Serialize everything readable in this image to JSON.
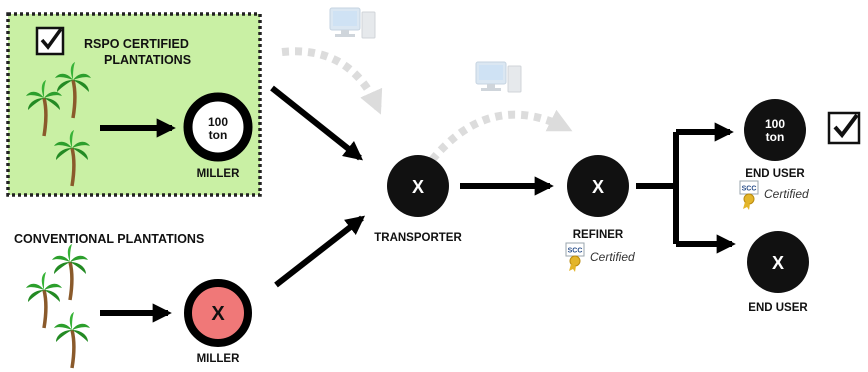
{
  "rspo": {
    "title_line1": "RSPO CERTIFIED",
    "title_line2": "PLANTATIONS",
    "miller_value": "100",
    "miller_unit": "ton",
    "miller_label": "MILLER"
  },
  "conventional": {
    "title": "CONVENTIONAL PLANTATIONS",
    "miller_mark": "X",
    "miller_label": "MILLER"
  },
  "transporter": {
    "mark": "X",
    "label": "TRANSPORTER"
  },
  "refiner": {
    "mark": "X",
    "label": "REFINER",
    "badge": "SCC",
    "cert_text": "Certified"
  },
  "end_user_certified": {
    "value": "100",
    "unit": "ton",
    "label": "END USER",
    "badge": "SCC",
    "cert_text": "Certified"
  },
  "end_user_conventional": {
    "mark": "X",
    "label": "END USER"
  },
  "colors": {
    "certified_bg": "#c9f0a4",
    "node": "#111111",
    "conventional_miller": "#f07878",
    "data_arrow": "#d8d8d8",
    "badge_gold": "#e3b52a"
  },
  "icons": [
    "checkbox-checked-icon",
    "palm-tree-icon",
    "computer-icon",
    "scc-badge-icon",
    "arrow-icon"
  ]
}
